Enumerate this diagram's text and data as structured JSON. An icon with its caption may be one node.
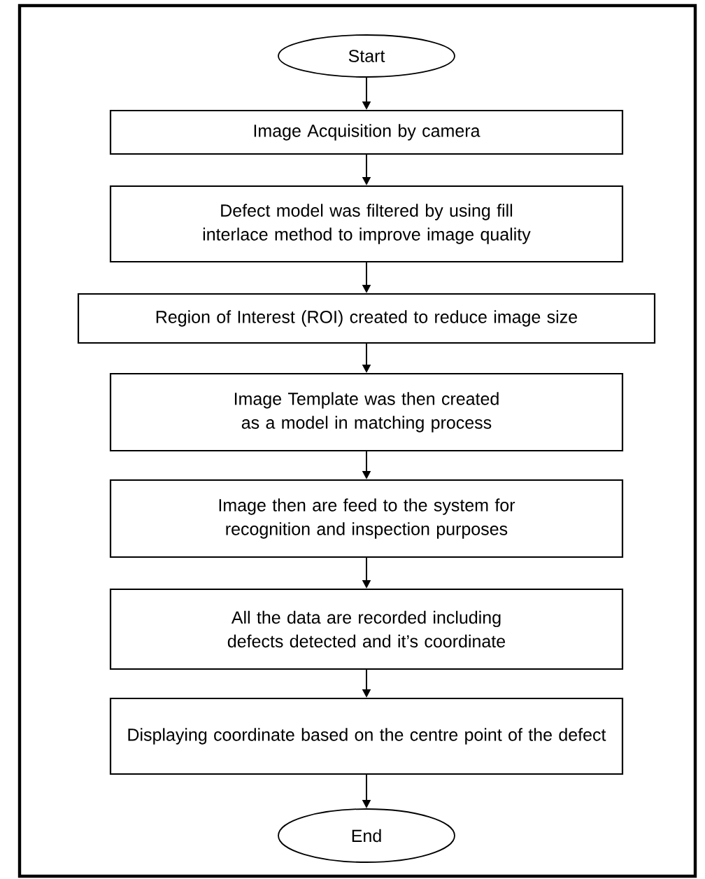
{
  "diagram": {
    "nodes": [
      {
        "text": [
          "Start"
        ]
      },
      {
        "text": [
          "Image Acquisition by camera"
        ]
      },
      {
        "text": [
          "Defect model was filtered by using fill interlace method to improve image quality"
        ]
      },
      {
        "text": [
          "Region of Interest (ROI) created to reduce image size"
        ]
      },
      {
        "text": [
          "Image Template was then created as a model in matching process"
        ]
      },
      {
        "text": [
          "Image then are feed to the system for recognition and inspection purposes"
        ]
      },
      {
        "text": [
          "All the data are recorded including defects detected and it’s coordinate"
        ]
      },
      {
        "text": [
          "Displaying coordinate based on the centre point of the defect"
        ]
      },
      {
        "text": [
          "End"
        ]
      }
    ],
    "edges": [
      {
        "from": 0,
        "to": 1,
        "arrow": "to"
      },
      {
        "from": 1,
        "to": 2,
        "arrow": "to"
      },
      {
        "from": 2,
        "to": 3,
        "arrow": "to"
      },
      {
        "from": 3,
        "to": 4,
        "arrow": "to"
      },
      {
        "from": 4,
        "to": 5,
        "arrow": "to"
      },
      {
        "from": 5,
        "to": 6,
        "arrow": "to"
      },
      {
        "from": 6,
        "to": 7,
        "arrow": "to"
      },
      {
        "from": 7,
        "to": 8,
        "arrow": "to"
      }
    ]
  }
}
